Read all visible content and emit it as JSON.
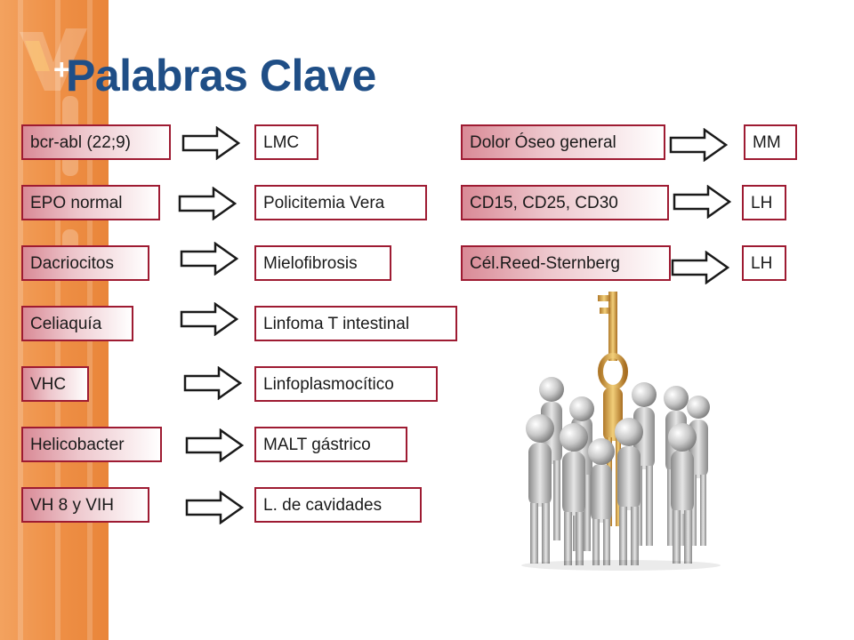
{
  "title": "Palabras Clave",
  "title_plus": "+",
  "colors": {
    "title": "#1f4e86",
    "box_border": "#9e1b32",
    "box_gradient_start": "#d98a96",
    "sidebar": "#ee8f45"
  },
  "left_pairs": [
    {
      "term": "bcr-abl (22;9)",
      "result": "LMC"
    },
    {
      "term": "EPO normal",
      "result": "Policitemia Vera"
    },
    {
      "term": "Dacriocitos",
      "result": "Mielofibrosis"
    },
    {
      "term": "Celiaquía",
      "result": "Linfoma T intestinal"
    },
    {
      "term": "VHC",
      "result": "Linfoplasmocítico"
    },
    {
      "term": "Helicobacter",
      "result": "MALT gástrico"
    },
    {
      "term": "VH 8 y VIH",
      "result": "L. de cavidades"
    }
  ],
  "right_pairs": [
    {
      "term": "Dolor Óseo general",
      "result": "MM"
    },
    {
      "term": "CD15, CD25, CD30",
      "result": "LH"
    },
    {
      "term": "Cél.Reed-Sternberg",
      "result": "LH"
    }
  ],
  "icons": {
    "arrow": "outline-right-arrow-icon",
    "illustration": "key-above-people-illustration",
    "logo": "orange-logo-mark"
  }
}
